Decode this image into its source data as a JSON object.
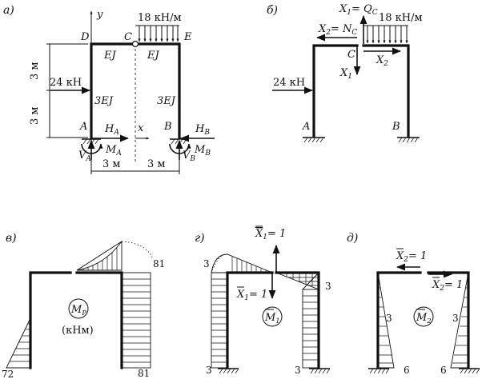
{
  "panel_a": {
    "label": "а)",
    "axis_y": "y",
    "axis_x": "x",
    "node_D": "D",
    "node_C": "C",
    "node_E": "E",
    "node_A": "A",
    "node_B": "B",
    "load_q": "18 кН/м",
    "force_p": "24 кН",
    "stiff_DC": "EJ",
    "stiff_CE": "EJ",
    "stiff_left": "3EJ",
    "stiff_right": "3EJ",
    "dim_height_top": "3 м",
    "dim_height_bottom": "3 м",
    "dim_width_left": "3 м",
    "dim_width_right": "3 м",
    "react_HA": "H",
    "react_HA_sub": "A",
    "react_HB": "H",
    "react_HB_sub": "B",
    "react_VA": "V",
    "react_VA_sub": "A",
    "react_VB": "V",
    "react_VB_sub": "B",
    "react_MA": "M",
    "react_MA_sub": "A",
    "react_MB": "M",
    "react_MB_sub": "B"
  },
  "panel_b": {
    "label": "б)",
    "x1_eq": "X",
    "x1_sub": "1",
    "x1_val": "= Q",
    "x1_val_sub": "C",
    "x2_eq": "X",
    "x2_sub": "2",
    "x2_val": "= N",
    "x2_val_sub": "C",
    "node_C": "C",
    "x2_right": "X",
    "x2_right_sub": "2",
    "x1_down": "X",
    "x1_down_sub": "1",
    "load_q": "18 кН/м",
    "force_p": "24 кН",
    "node_A": "A",
    "node_B": "B"
  },
  "panel_v": {
    "label": "в)",
    "value_top_right": "81",
    "value_bottom_left": "72",
    "value_bottom_right": "81",
    "circle_label": "M",
    "circle_sub": "P",
    "units": "(кНм)"
  },
  "panel_g": {
    "label": "г)",
    "x1_top": "X",
    "x1_top_sub": "1",
    "x1_top_val": "= 1",
    "x1_low": "X",
    "x1_low_sub": "1",
    "x1_low_val": "= 1",
    "value_top_left": "3",
    "value_right": "3",
    "value_bottom_left": "3",
    "value_bottom_right": "3",
    "circle_label": "M",
    "circle_sub": "1"
  },
  "panel_d": {
    "label": "д)",
    "x2_top": "X",
    "x2_top_sub": "2",
    "x2_top_val": "= 1",
    "x2_low": "X",
    "x2_low_sub": "2",
    "x2_low_val": "= 1",
    "value_left": "3",
    "value_right": "3",
    "value_bottom_left": "6",
    "value_bottom_right": "6",
    "circle_label": "M",
    "circle_sub": "2"
  }
}
